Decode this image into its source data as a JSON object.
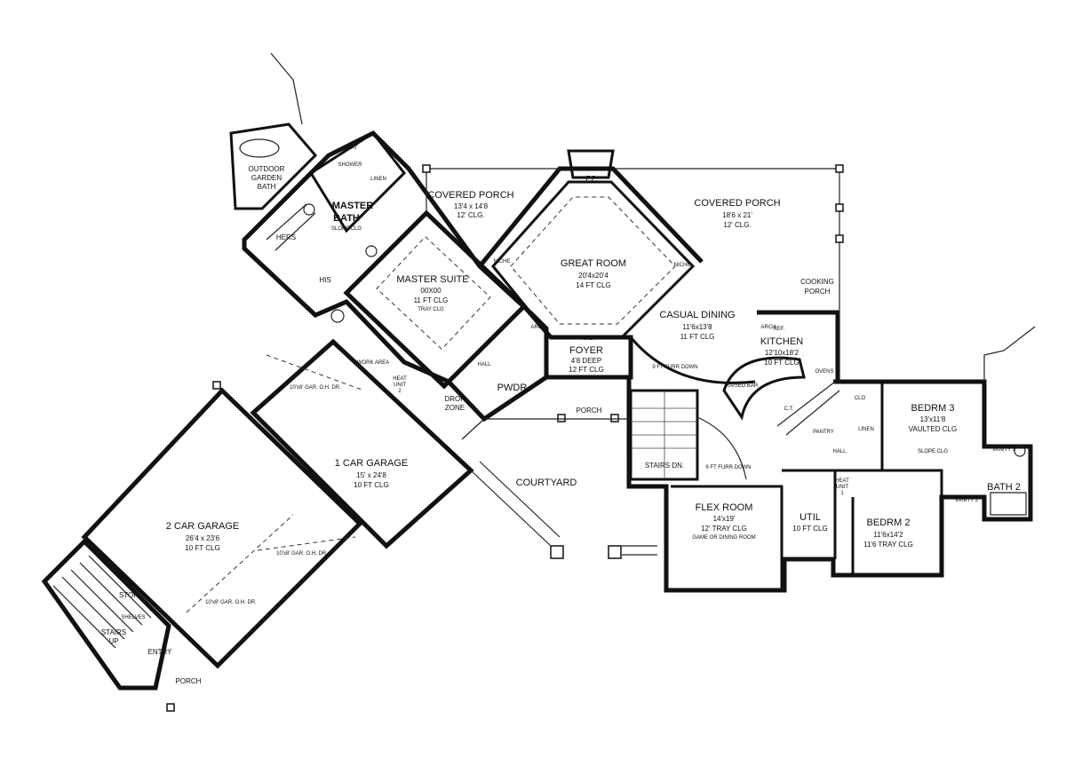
{
  "rooms": {
    "outdoor_bath": {
      "line1": "OUTDOOR",
      "line2": "GARDEN",
      "line3": "BATH"
    },
    "master_bath": {
      "line1": "MASTER",
      "line2": "BATH",
      "ceiling": "SLOPE CLG"
    },
    "master_suite": {
      "name": "MASTER SUITE",
      "dims": "00X00",
      "ceiling": "11 FT CLG",
      "note": "TRAY CLG"
    },
    "covered_porch_left": {
      "name": "COVERED PORCH",
      "dims": "13'4 x 14'8",
      "ceiling": "12' CLG."
    },
    "covered_porch_right": {
      "name": "COVERED PORCH",
      "dims": "18'6 x 21'",
      "ceiling": "12' CLG."
    },
    "cooking_porch": {
      "line1": "COOKING",
      "line2": "PORCH"
    },
    "fireplace": {
      "label": "F.P."
    },
    "great_room": {
      "name": "GREAT ROOM",
      "dims": "20'4x20'4",
      "ceiling": "14 FT CLG"
    },
    "casual_dining": {
      "name": "CASUAL DINING",
      "dims": "11'6x13'8",
      "ceiling": "11 FT CLG"
    },
    "kitchen": {
      "name": "KITCHEN",
      "dims": "12'10x18'2",
      "ceiling": "10 FT CLG"
    },
    "foyer": {
      "name": "FOYER",
      "dims": "4'8 DEEP",
      "ceiling": "12 FT CLG"
    },
    "pwdr": {
      "name": "PWDR."
    },
    "drop_zone": {
      "line1": "DROP",
      "line2": "ZONE"
    },
    "hall_left": {
      "name": "HALL"
    },
    "hall_right": {
      "name": "HALL"
    },
    "heat_unit_1": {
      "line1": "HEAT",
      "line2": "UNIT",
      "line3": "2"
    },
    "heat_unit_2": {
      "line1": "HEAT",
      "line2": "UNIT",
      "line3": "1"
    },
    "work_area": {
      "name": "WORK AREA"
    },
    "his": {
      "name": "HIS"
    },
    "hers": {
      "name": "HERS"
    },
    "shower": {
      "name": "SHOWER"
    },
    "seat": {
      "name": "SEAT"
    },
    "linen_top": {
      "name": "LINEN"
    },
    "one_car_garage": {
      "name": "1 CAR GARAGE",
      "dims": "15' x 24'8",
      "ceiling": "10 FT CLG"
    },
    "two_car_garage": {
      "name": "2 CAR GARAGE",
      "dims": "26'4 x 23'6",
      "ceiling": "10 FT CLG"
    },
    "stor": {
      "name": "STOR"
    },
    "stairs_up": {
      "line1": "STAIRS",
      "line2": "UP"
    },
    "entry": {
      "name": "ENTRY"
    },
    "porch_bottom": {
      "name": "PORCH"
    },
    "porch_mid": {
      "name": "PORCH"
    },
    "courtyard": {
      "name": "COURTYARD"
    },
    "stairs_dn": {
      "name": "STAIRS DN."
    },
    "flex_room": {
      "name": "FLEX ROOM",
      "dims": "14'x19'",
      "ceiling": "12' TRAY CLG",
      "note": "GAME OR DINING ROOM"
    },
    "util": {
      "name": "UTIL",
      "ceiling": "10 FT CLG"
    },
    "bedrm2": {
      "name": "BEDRM 2",
      "dims": "11'6x14'2",
      "ceiling": "11'6 TRAY CLG"
    },
    "bedrm3": {
      "name": "BEDRM 3",
      "dims": "13'x11'8",
      "ceiling": "VAULTED CLG",
      "note": "SLOPE CLG"
    },
    "bath2": {
      "name": "BATH 2"
    },
    "pantry": {
      "name": "PANTRY"
    },
    "linen_right": {
      "name": "LINEN"
    },
    "clo": {
      "name": "CLO"
    },
    "raised_bar": {
      "name": "RAISED BAR"
    },
    "ref": {
      "name": "REF."
    },
    "vanity3": {
      "name": "VANITY 3"
    },
    "vanity2": {
      "name": "VANITY 2"
    }
  },
  "annotations": {
    "arch": "ARCH",
    "niche": "NICHE",
    "garage_door_1": "10'x8' GAR. O.H. DR.",
    "garage_door_2": "10'x8' GAR. O.H. DR.",
    "garage_door_3": "10'x8' GAR. O.H. DR.",
    "furr_down_1": "9 FT FURR DOWN",
    "furr_down_2": "9 FT FURR DOWN",
    "shelves": "SHELVES",
    "ovens": "OVENS",
    "c_t": "C.T."
  }
}
